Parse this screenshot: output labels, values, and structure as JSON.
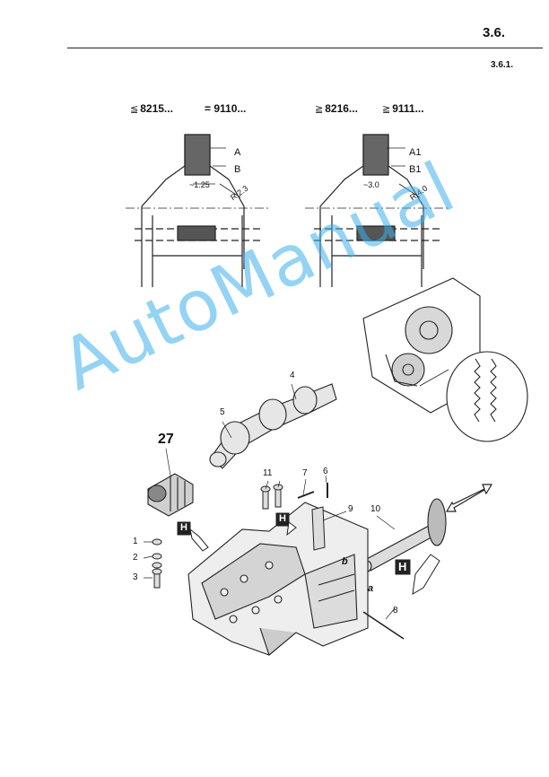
{
  "header": {
    "section": "3.6.",
    "subsection": "3.6.1."
  },
  "conditions": {
    "left": {
      "symbol": "≦",
      "value_a": "8215...",
      "value_b": "= 9110..."
    },
    "right": {
      "symbol": "≧",
      "value_a": "8216...",
      "value_b": "9111..."
    }
  },
  "detail_left": {
    "label_a": "A",
    "label_b": "B",
    "dimension": "~1.25",
    "radius": "R 2.3"
  },
  "detail_right": {
    "label_a": "A1",
    "label_b": "B1",
    "dimension": "~3.0",
    "radius": "R 4.0"
  },
  "callouts": {
    "c1": "1",
    "c2": "2",
    "c3": "3",
    "c4": "4",
    "c5": "5",
    "c6": "6",
    "c7": "7",
    "c8": "8",
    "c9": "9",
    "c10": "10",
    "c11": "11",
    "c27": "27",
    "ca": "a",
    "cb": "b",
    "h": "H"
  },
  "watermark": "AutoManual"
}
